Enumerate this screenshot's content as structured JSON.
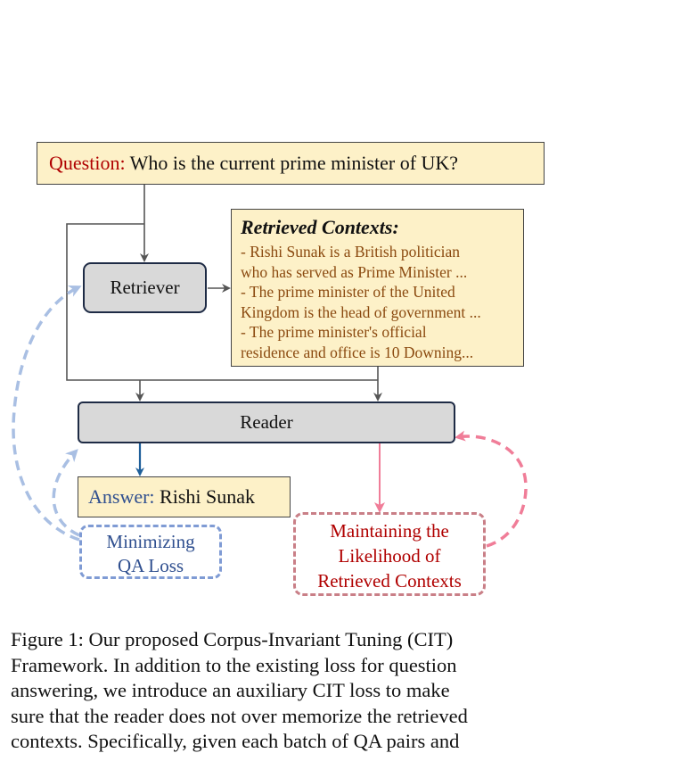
{
  "question": {
    "label": "Question:",
    "text": "Who is the current prime minister of UK?"
  },
  "retriever": {
    "label": "Retriever"
  },
  "retrieved_contexts": {
    "title": "Retrieved Contexts:",
    "lines": [
      "- Rishi Sunak is a British politician",
      "who has served as Prime Minister ...",
      "- The prime minister of the United",
      "Kingdom is the head of government ...",
      "- The prime minister's official",
      "residence and office is 10 Downing..."
    ]
  },
  "reader": {
    "label": "Reader"
  },
  "answer": {
    "label": "Answer:",
    "text": "Rishi Sunak"
  },
  "qa_loss": {
    "line1": "Minimizing",
    "line2": "QA Loss"
  },
  "maintain": {
    "line1": "Maintaining the",
    "line2": "Likelihood of",
    "line3": "Retrieved Contexts"
  },
  "caption": {
    "lines": [
      "Figure 1: Our proposed Corpus-Invariant Tuning (CIT)",
      "Framework. In addition to the existing loss for question",
      "answering, we introduce an auxiliary CIT loss to make",
      "sure that the reader does not over memorize the retrieved",
      "contexts. Specifically, given each batch of QA pairs and"
    ]
  },
  "colors": {
    "box_fill": "#fdf1c8",
    "module_fill": "#d9d9d9",
    "highlight_red": "#b00000",
    "highlight_blue": "#2f4f8f",
    "qa_loss_dash": "#7f9bd4",
    "maintain_dash": "#c97f87",
    "pink_arrow": "#f07d98"
  }
}
